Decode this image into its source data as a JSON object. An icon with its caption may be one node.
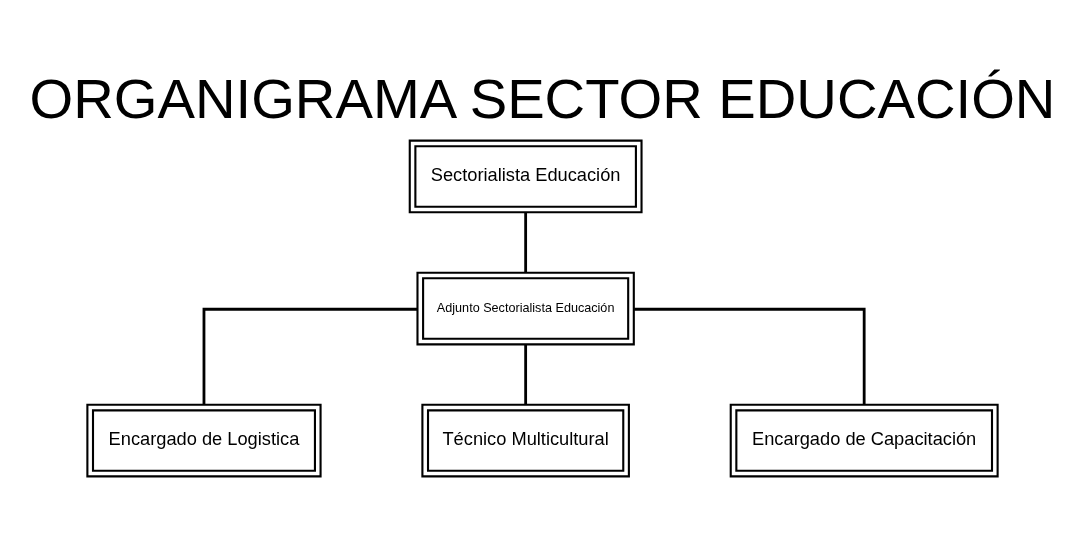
{
  "diagram": {
    "title": "ORGANIGRAMA SECTOR EDUCACIÓN",
    "nodes": [
      {
        "text": [
          "Sectorialista Educación"
        ]
      },
      {
        "text": [
          "Adjunto Sectorialista Educación"
        ]
      },
      {
        "text": [
          "Encargado de Logistica"
        ]
      },
      {
        "text": [
          "Técnico Multicultural"
        ]
      },
      {
        "text": [
          "Encargado de Capacitación"
        ]
      }
    ],
    "edges": [
      {
        "from": 0,
        "to": 1,
        "arrow": "none"
      },
      {
        "from": 1,
        "to": 2,
        "arrow": "none"
      },
      {
        "from": 1,
        "to": 3,
        "arrow": "none"
      },
      {
        "from": 1,
        "to": 4,
        "arrow": "none"
      }
    ]
  }
}
